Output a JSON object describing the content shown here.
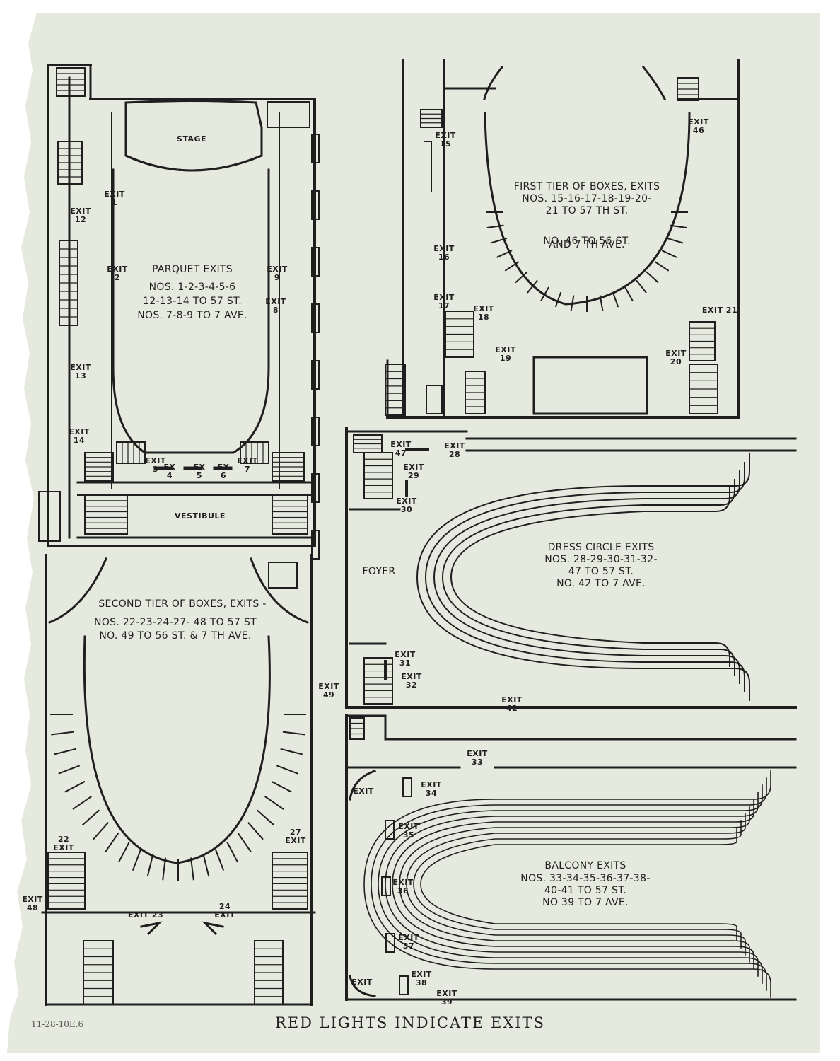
{
  "colors": {
    "paper": "#e6e9de",
    "ink": "#1f1f1f",
    "background": "#ffffff",
    "pencil": "#666666"
  },
  "footer": "RED LIGHTS INDICATE EXITS",
  "pencil_note": "11-28-10E.6",
  "parquet": {
    "stage": "STAGE",
    "vestibule": "VESTIBULE",
    "title": "PARQUET EXITS",
    "lines": [
      "NOS. 1-2-3-4-5-6",
      "12-13-14 TO 57 ST.",
      "NOS. 7-8-9 TO 7 AVE."
    ],
    "exits": {
      "e1": [
        "EXIT",
        "1"
      ],
      "e2": [
        "EXIT",
        "2"
      ],
      "e9": [
        "EXIT",
        "9"
      ],
      "e8": [
        "EXIT",
        "8"
      ],
      "e12": [
        "EXIT",
        "12"
      ],
      "e13": [
        "EXIT",
        "13"
      ],
      "e14": [
        "EXIT",
        "14"
      ],
      "e3": [
        "EXIT",
        "3"
      ],
      "e4": [
        "EX",
        "4"
      ],
      "e5": [
        "EX",
        "5"
      ],
      "e6": [
        "EX",
        "6"
      ],
      "e7": [
        "EXIT",
        "7"
      ]
    }
  },
  "first_tier": {
    "title": "FIRST TIER OF BOXES, EXITS",
    "lines": [
      "NOS. 15-16-17-18-19-20-",
      "21 TO 57 TH ST.",
      "NO. 46 TO 56 ST.",
      "AND 7 TH AVE."
    ],
    "exits": {
      "e15": [
        "EXIT",
        "15"
      ],
      "e16": [
        "EXIT",
        "16"
      ],
      "e17": [
        "EXIT",
        "17"
      ],
      "e18": [
        "EXIT",
        "18"
      ],
      "e19": [
        "EXIT",
        "19"
      ],
      "e20": [
        "EXIT",
        "20"
      ],
      "e21": [
        "EXIT 21"
      ],
      "e46": [
        "EXIT",
        "46"
      ]
    }
  },
  "dress_circle": {
    "foyer": "FOYER",
    "title": "DRESS CIRCLE EXITS",
    "lines": [
      "NOS. 28-29-30-31-32-",
      "47 TO 57 ST.",
      "NO. 42 TO 7 AVE."
    ],
    "exits": {
      "e47": [
        "EXIT",
        "47"
      ],
      "e28": [
        "EXIT",
        "28"
      ],
      "e29": [
        "EXIT",
        "29"
      ],
      "e30": [
        "EXIT",
        "30"
      ],
      "e31": [
        "EXIT",
        "31"
      ],
      "e32": [
        "EXIT",
        "32"
      ],
      "e42": [
        "EXIT",
        "42"
      ]
    }
  },
  "second_tier": {
    "title": "SECOND TIER OF BOXES, EXITS -",
    "lines": [
      "NOS. 22-23-24-27- 48 TO 57 ST",
      "NO. 49 TO 56 ST. & 7 TH AVE."
    ],
    "exits": {
      "e49": [
        "EXIT",
        "49"
      ],
      "e22": [
        "22",
        "EXIT"
      ],
      "e27": [
        "27",
        "EXIT"
      ],
      "e48": [
        "EXIT",
        "48"
      ],
      "e23": [
        "EXIT 23"
      ],
      "e24": [
        "24",
        "EXIT"
      ]
    }
  },
  "balcony": {
    "title": "BALCONY EXITS",
    "lines": [
      "NOS. 33-34-35-36-37-38-",
      "40-41 TO 57 ST.",
      "NO 39 TO 7 AVE."
    ],
    "exits": {
      "e33": [
        "EXIT",
        "33"
      ],
      "e34": [
        "EXIT",
        "34"
      ],
      "e35": [
        "EXIT",
        "35"
      ],
      "e36": [
        "EXIT",
        "36"
      ],
      "e37": [
        "EXIT",
        "37"
      ],
      "e38": [
        "EXIT",
        "38"
      ],
      "e39": [
        "EXIT",
        "39"
      ],
      "e40": [
        "EXIT"
      ],
      "e41": [
        "EXIT"
      ]
    }
  }
}
